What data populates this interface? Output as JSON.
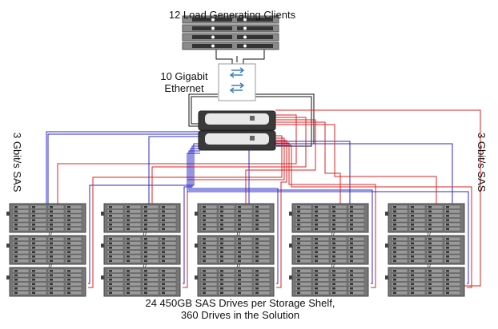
{
  "labels": {
    "clients": "12 Load Generating Clients",
    "network_line1": "10 Gigabit",
    "network_line2": "Ethernet",
    "sas_left": "3 Gbit/s SAS",
    "sas_right": "3 Gbit/s SAS",
    "footer_line1": "24 450GB SAS Drives per Storage Shelf,",
    "footer_line2": "360 Drives in the Solution"
  },
  "colors": {
    "blue_path": "#2b2bc8",
    "red_path": "#e02020",
    "switch_arrows": "#3a7fc0",
    "ethernet": "#111111"
  },
  "icons": [
    "server-stack-icon",
    "network-switch-icon",
    "storage-controller-icon",
    "storage-shelf-icon"
  ]
}
